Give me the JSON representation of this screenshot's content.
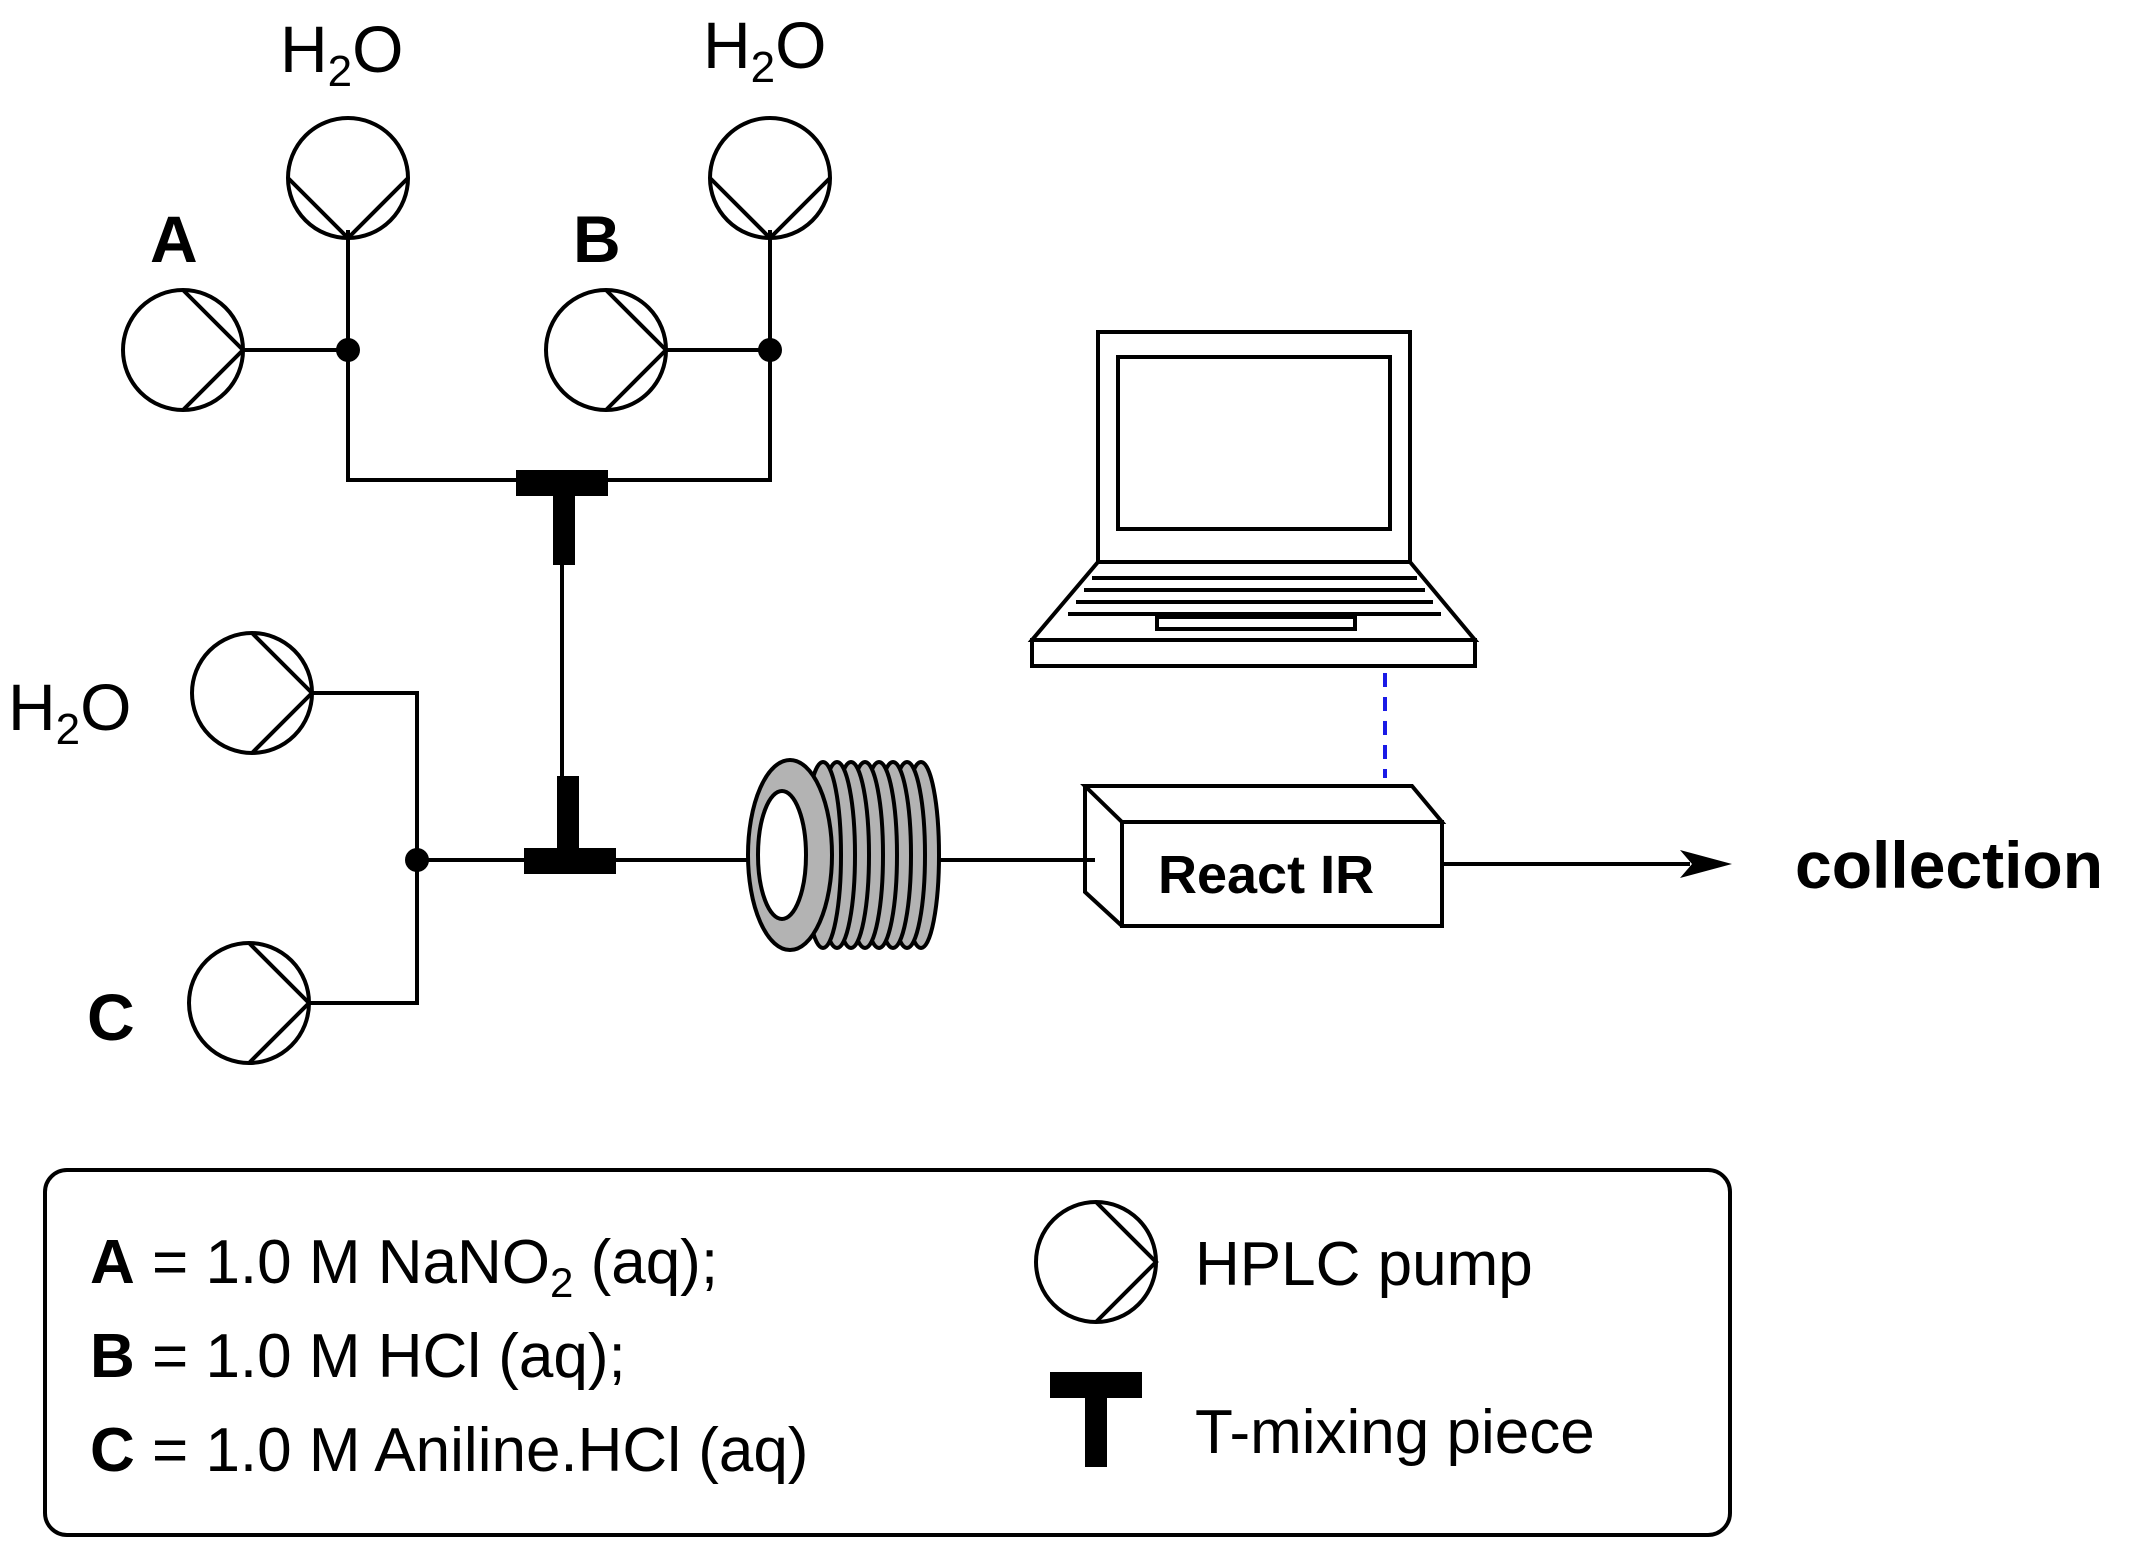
{
  "labels": {
    "water": "H",
    "water_sub": "2",
    "water_o": "O",
    "pump_a": "A",
    "pump_b": "B",
    "pump_c": "C",
    "react_ir": "React IR",
    "collection": "collection"
  },
  "legend": {
    "row_a_key": "A",
    "row_a_pre": " = 1.0 M NaNO",
    "row_a_sub": "2",
    "row_a_post": " (aq);",
    "row_b_key": "B",
    "row_b_text": " = 1.0 M HCl (aq);",
    "row_c_key": "C",
    "row_c_text": " = 1.0 M Aniline.HCl (aq)",
    "pump_label": "HPLC pump",
    "tpiece_label": "T-mixing piece"
  },
  "colors": {
    "line": "#000000",
    "coil": "#b3b3b3",
    "signal": "#1a1ae6"
  }
}
